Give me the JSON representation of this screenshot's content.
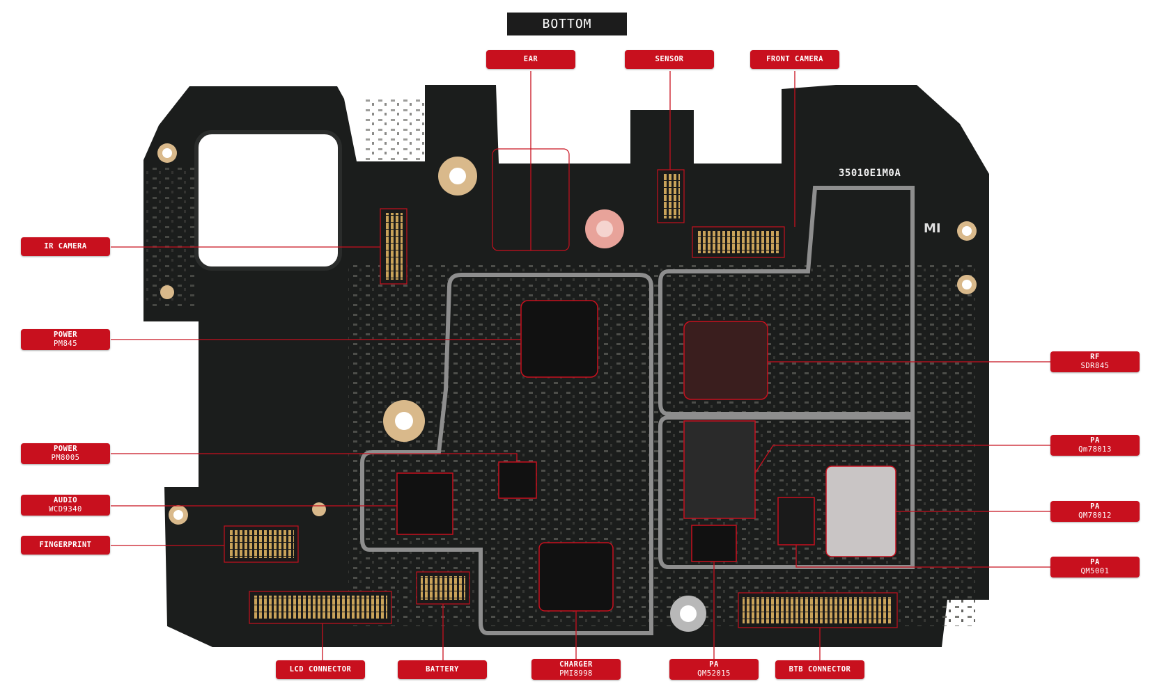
{
  "view_title": "BOTTOM",
  "board_marking": "35010E1M0A",
  "brand_logo": "MI",
  "colors": {
    "tag_red": "#c8101e",
    "leader_line": "#c8101e",
    "pcb": "#1b1d1c",
    "shield": "#8a8a8a",
    "title_bg": "#1c1c1c"
  },
  "labels": [
    {
      "id": "ear",
      "name": "EAR",
      "sub": ""
    },
    {
      "id": "sensor",
      "name": "SENSOR",
      "sub": ""
    },
    {
      "id": "front_camera",
      "name": "FRONT CAMERA",
      "sub": ""
    },
    {
      "id": "ir_camera",
      "name": "IR CAMERA",
      "sub": ""
    },
    {
      "id": "power_pm845",
      "name": "POWER",
      "sub": "PM845"
    },
    {
      "id": "power_pm8005",
      "name": "POWER",
      "sub": "PM8005"
    },
    {
      "id": "audio",
      "name": "AUDIO",
      "sub": "WCD9340"
    },
    {
      "id": "fingerprint",
      "name": "FINGERPRINT",
      "sub": ""
    },
    {
      "id": "rf",
      "name": "RF",
      "sub": "SDR845"
    },
    {
      "id": "pa_qm78013",
      "name": "PA",
      "sub": "Qm78013"
    },
    {
      "id": "pa_qm78012",
      "name": "PA",
      "sub": "QM78012"
    },
    {
      "id": "pa_qm5001",
      "name": "PA",
      "sub": "QM5001"
    },
    {
      "id": "lcd_connector",
      "name": "LCD CONNECTOR",
      "sub": ""
    },
    {
      "id": "battery",
      "name": "BATTERY",
      "sub": ""
    },
    {
      "id": "charger",
      "name": "CHARGER",
      "sub": "PMI8998"
    },
    {
      "id": "pa_qm52015",
      "name": "PA",
      "sub": "QM52015"
    },
    {
      "id": "btb_connector",
      "name": "BTB CONNECTOR",
      "sub": ""
    }
  ]
}
